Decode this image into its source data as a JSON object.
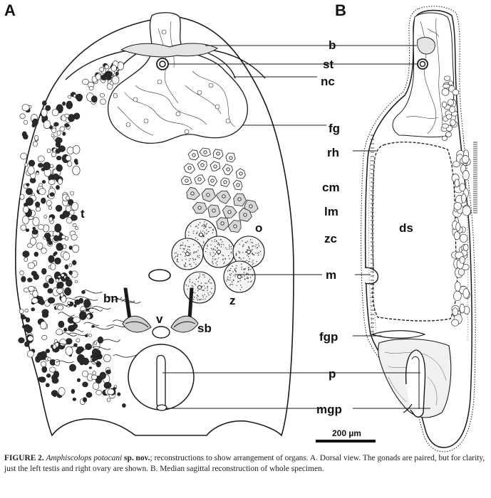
{
  "panels": {
    "a": "A",
    "b": "B"
  },
  "labels": {
    "b": "b",
    "st": "st",
    "nc": "nc",
    "fg": "fg",
    "rh": "rh",
    "cm": "cm",
    "lm": "lm",
    "zc": "zc",
    "ds": "ds",
    "m": "m",
    "fgp": "fgp",
    "p": "p",
    "mgp": "mgp",
    "t": "t",
    "o": "o",
    "z": "z",
    "bn": "bn",
    "v": "v",
    "sb": "sb"
  },
  "scale_bar": {
    "label": "200 µm"
  },
  "caption": {
    "figure_label": "FIGURE 2.",
    "species": "Amphiscolops potocani",
    "sp_nov": "sp. nov.",
    "text": "; reconstructions to show arrangement of organs. A. Dorsal view. The gonads are paired, but for clarity, just the left testis and right ovary are shown. B. Median sagittal reconstruction of whole specimen."
  },
  "colors": {
    "ink": "#1a1a1a",
    "gland_fill": "#e4e4e4",
    "background": "#ffffff"
  }
}
